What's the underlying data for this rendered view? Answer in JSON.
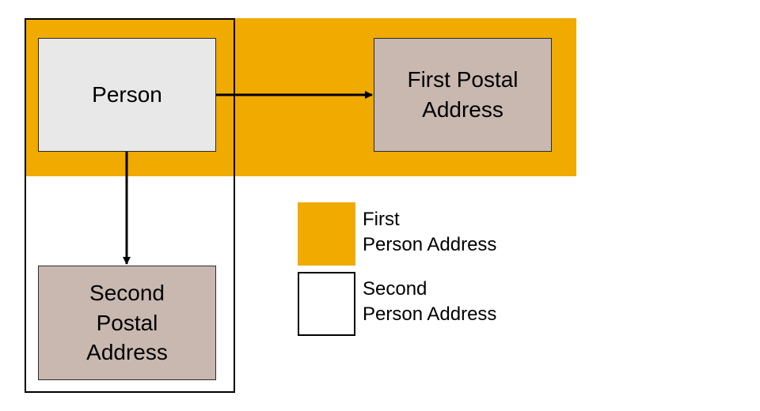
{
  "colors": {
    "first_person_address": "#f0aa00",
    "person_box": "#e8e8e8",
    "postal_box": "#c8b8b0",
    "line": "#000000"
  },
  "diagram": {
    "person": "Person",
    "first_postal_address": "First Postal\nAddress",
    "second_postal_address": "Second\nPostal\nAddress"
  },
  "legend": {
    "first": {
      "line1": "First",
      "line2": "Person Address"
    },
    "second": {
      "line1": "Second",
      "line2": "Person Address"
    }
  }
}
